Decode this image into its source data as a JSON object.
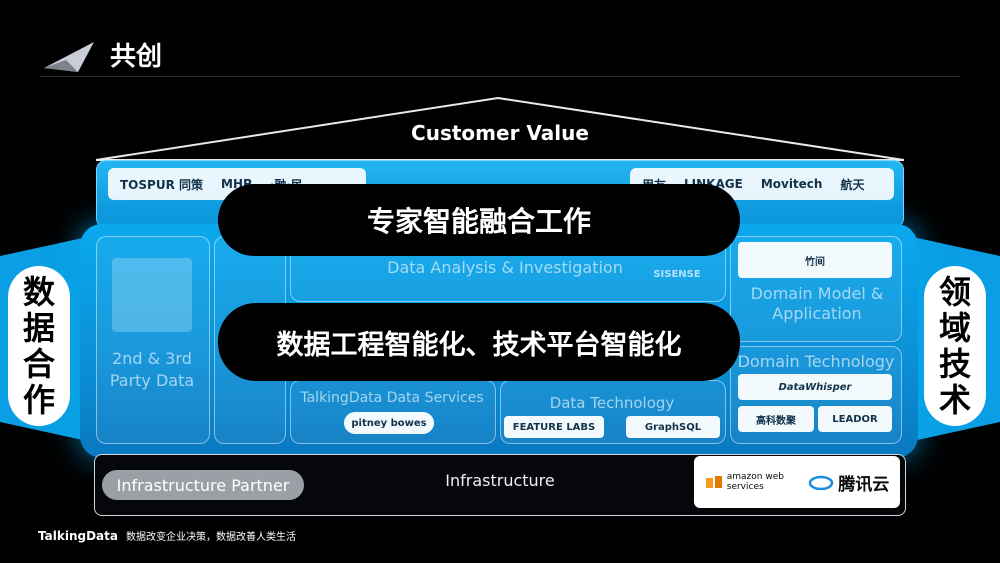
{
  "slide": {
    "title": "共创"
  },
  "roof": {
    "label": "Customer Value"
  },
  "top_logos": {
    "left": [
      "TOSPUR 同策",
      "MHP",
      "·融·民"
    ],
    "right": [
      "用友",
      "LINKAGE",
      "Movitech",
      "航天"
    ]
  },
  "left_pill": {
    "chars": [
      "数",
      "据",
      "合",
      "作"
    ]
  },
  "right_pill": {
    "chars": [
      "领",
      "域",
      "技",
      "术"
    ]
  },
  "panels": {
    "party": "2nd & 3rd Party Data",
    "analysis": "Data Analysis & Investigation",
    "domain_model": "Domain Model & Application",
    "domain_tech": "Domain Technology",
    "services": "TalkingData Data Services",
    "data_tech": "Data Technology"
  },
  "logos": {
    "sisense": "SISENSE",
    "zhujian": "竹间",
    "datawhisper": "DataWhisper",
    "gaoke": "高科数聚",
    "leador": "LEADOR",
    "pitney": "pitney bowes",
    "feature_labs": "FEATURE LABS",
    "graphsql": "GraphSQL"
  },
  "banners": {
    "expert": "专家智能融合工作",
    "engineering": "数据工程智能化、技术平台智能化"
  },
  "infrastructure": {
    "partner": "Infrastructure Partner",
    "label": "Infrastructure",
    "amazon": "amazon web services",
    "tencent": "腾讯云"
  },
  "footer": {
    "brand": "TalkingData",
    "slogan": "数据改变企业决策，数据改善人类生活"
  },
  "colors": {
    "accent": "#0aa9ee",
    "background": "#000000"
  }
}
